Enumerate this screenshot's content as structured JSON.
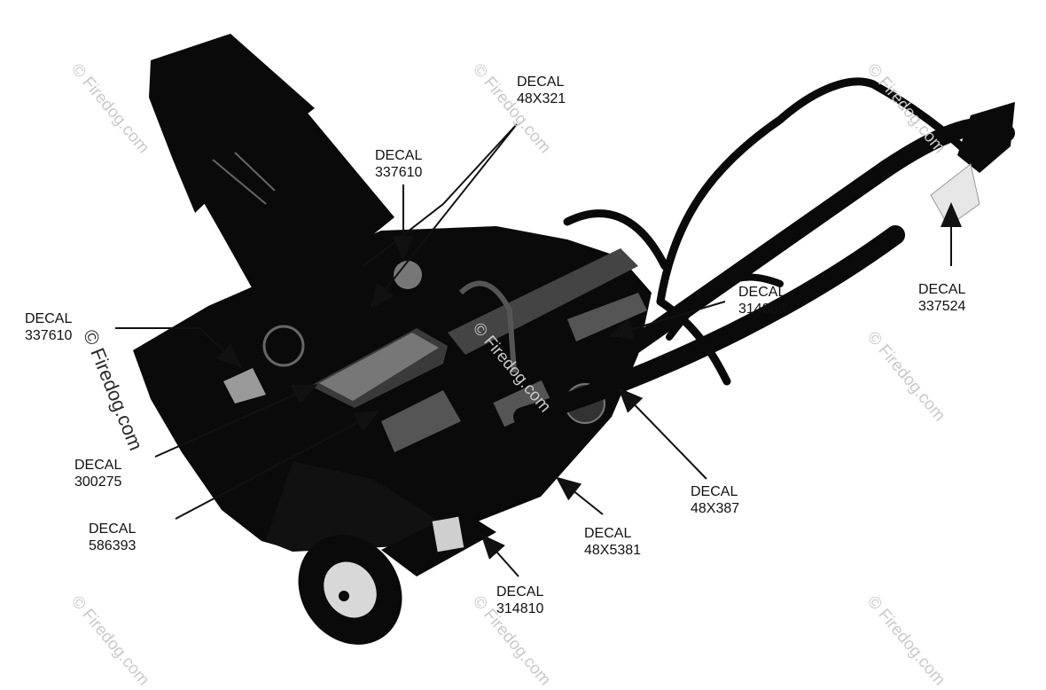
{
  "callouts": [
    {
      "label": "DECAL",
      "number": "48X321"
    },
    {
      "label": "DECAL",
      "number": "337610"
    },
    {
      "label": "DECAL",
      "number": "337610"
    },
    {
      "label": "DECAL",
      "number": "314808"
    },
    {
      "label": "DECAL",
      "number": "337524"
    },
    {
      "label": "DECAL",
      "number": "300275"
    },
    {
      "label": "DECAL",
      "number": "586393"
    },
    {
      "label": "DECAL",
      "number": "48X387"
    },
    {
      "label": "DECAL",
      "number": "48X5381"
    },
    {
      "label": "DECAL",
      "number": "314810"
    }
  ],
  "watermark": "© Firedog.com",
  "colors": {
    "ink": "#0a0a0a",
    "paper": "#ffffff",
    "watermark": "#c9c9c9"
  }
}
